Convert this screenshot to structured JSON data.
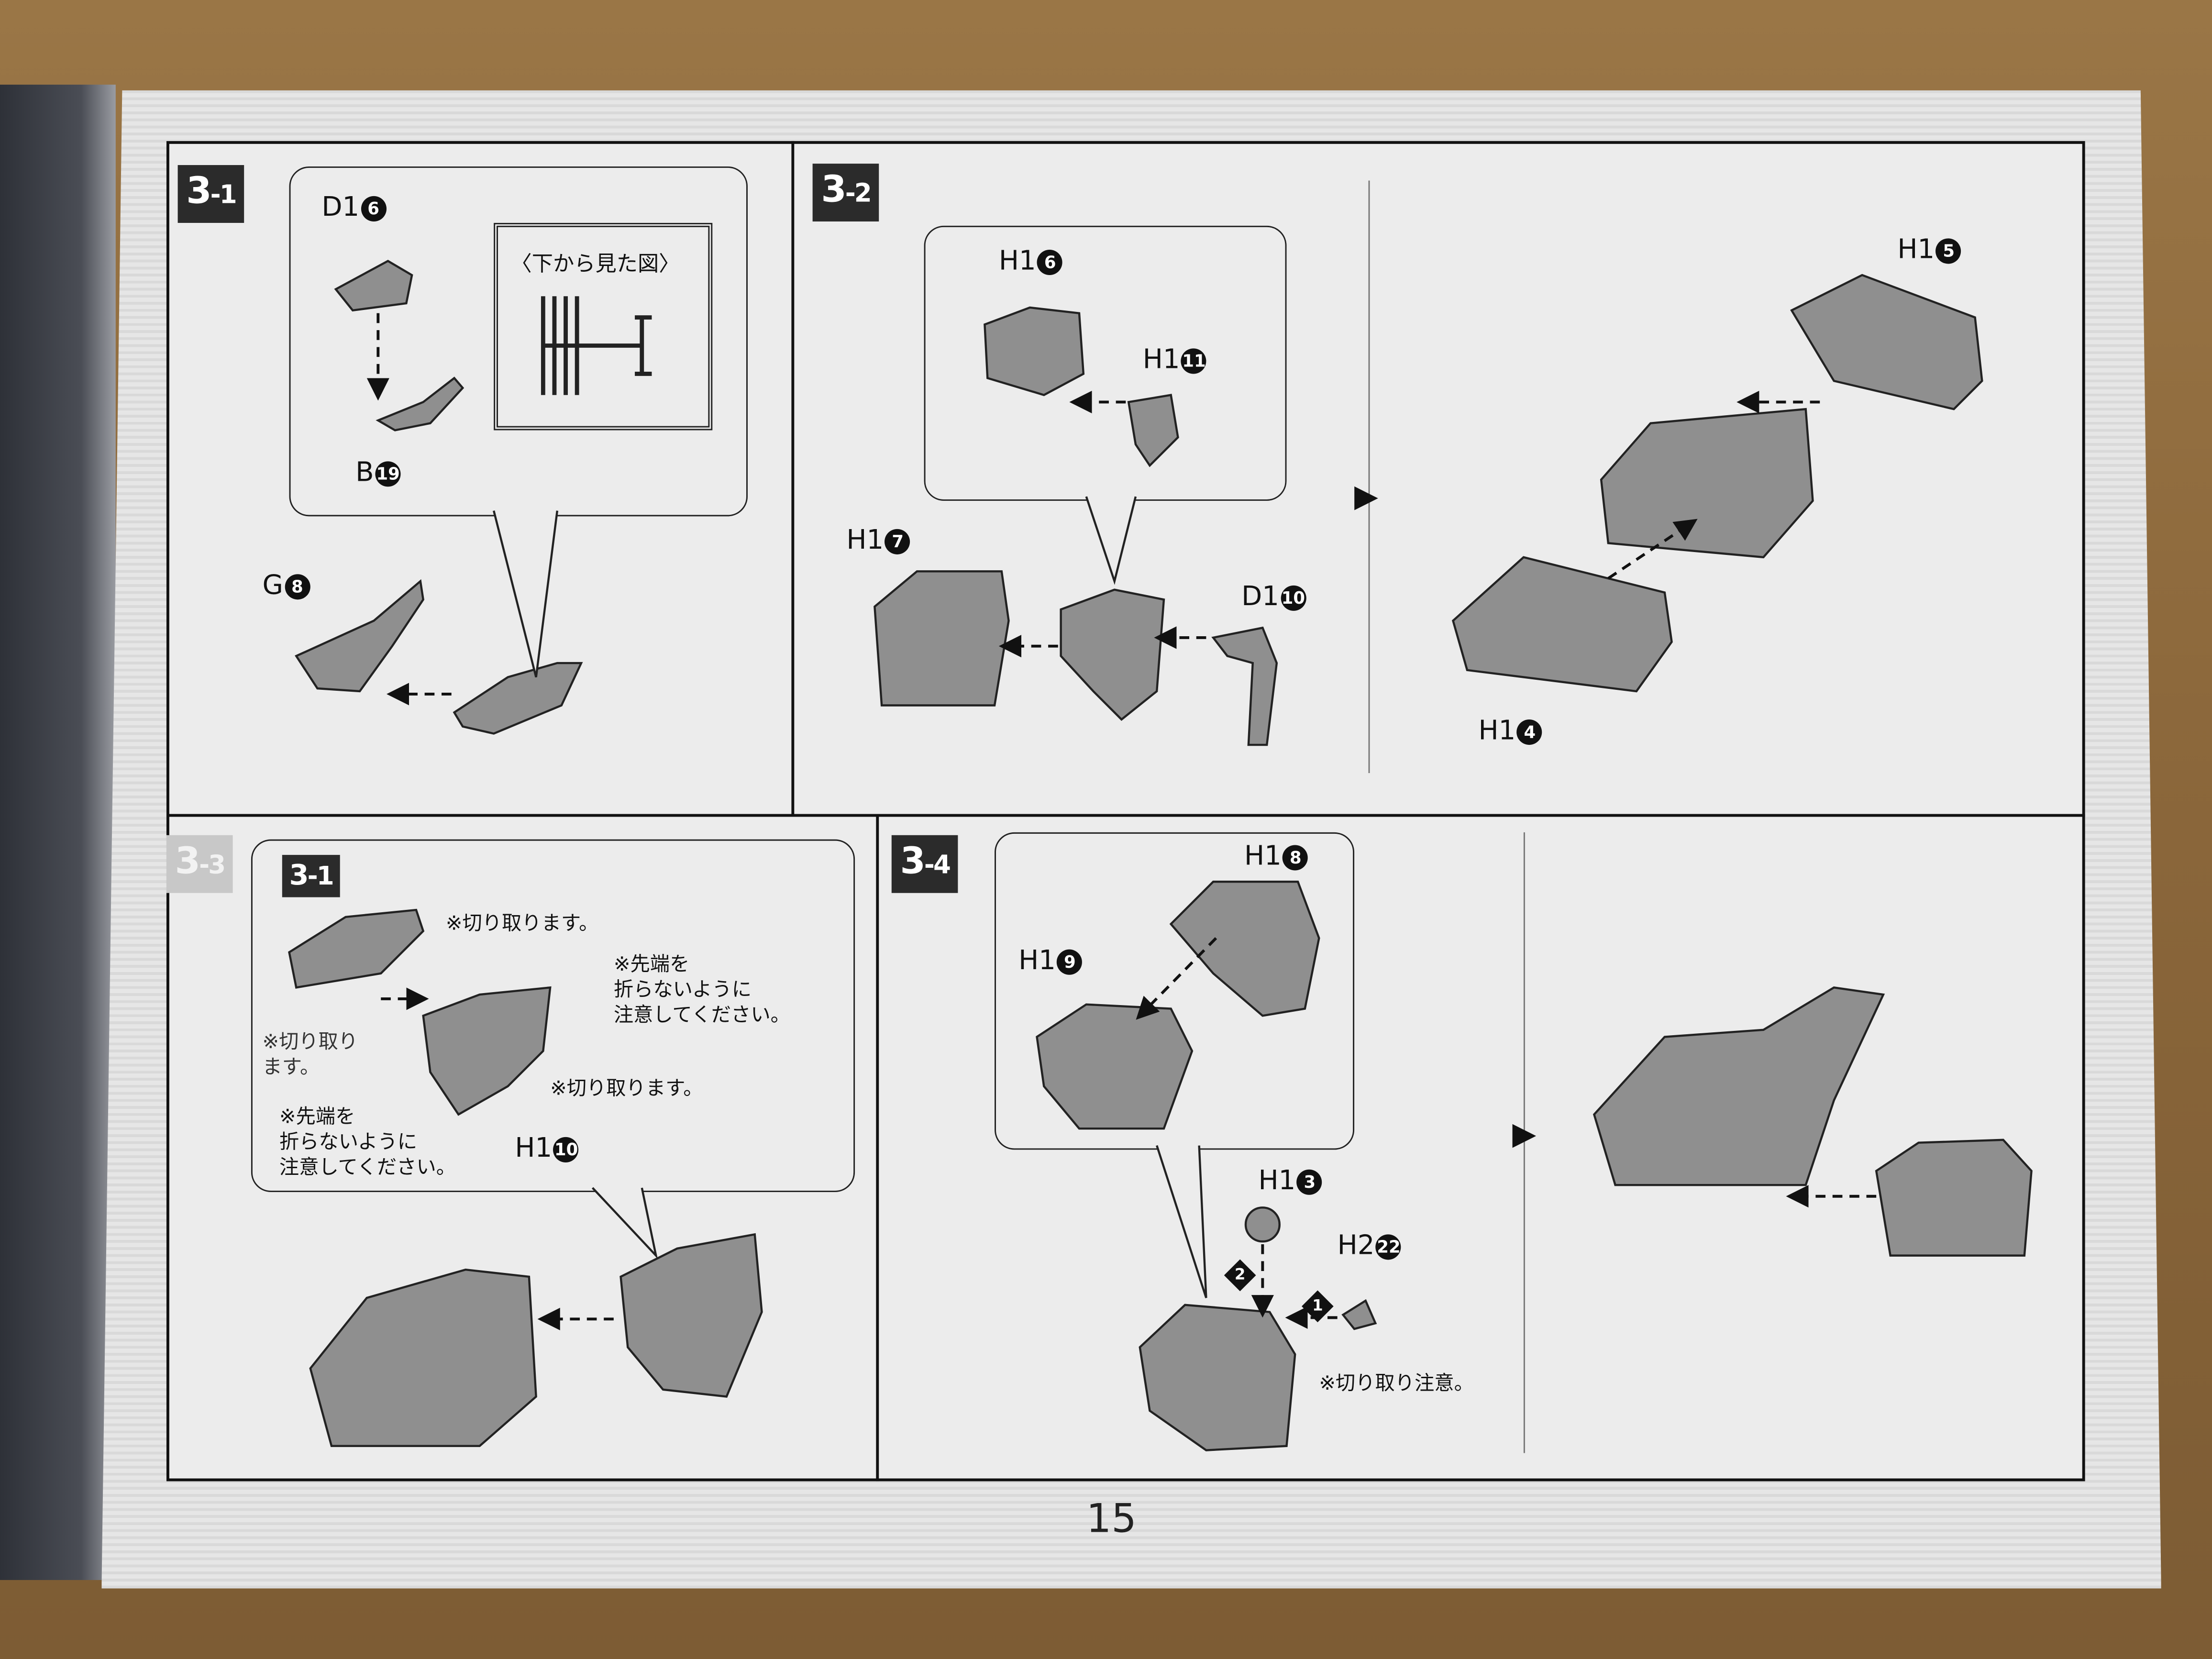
{
  "page_number": "15",
  "steps": {
    "s31": {
      "badge_main": "3",
      "badge_sub": "-1",
      "view_label": "〈下から見た図〉",
      "parts": [
        {
          "code": "D1",
          "num": "6"
        },
        {
          "code": "B",
          "num": "19"
        },
        {
          "code": "G",
          "num": "8"
        }
      ]
    },
    "s32": {
      "badge_main": "3",
      "badge_sub": "-2",
      "parts": [
        {
          "code": "H1",
          "num": "6"
        },
        {
          "code": "H1",
          "num": "11"
        },
        {
          "code": "H1",
          "num": "7"
        },
        {
          "code": "D1",
          "num": "10"
        },
        {
          "code": "H1",
          "num": "5"
        },
        {
          "code": "H1",
          "num": "4"
        }
      ]
    },
    "s33": {
      "badge_main": "3",
      "badge_sub": "-3",
      "ref_badge_main": "3",
      "ref_badge_sub": "-1",
      "part": {
        "code": "H1",
        "num": "10"
      },
      "notes": {
        "cut1": "※切り取ります。",
        "tip1": "※先端を\n折らないように\n注意してください。",
        "cut2": "※切り取り\nます。",
        "cut3": "※切り取ります。",
        "tip2": "※先端を\n折らないように\n注意してください。"
      }
    },
    "s34": {
      "badge_main": "3",
      "badge_sub": "-4",
      "parts": [
        {
          "code": "H1",
          "num": "8"
        },
        {
          "code": "H1",
          "num": "9"
        },
        {
          "code": "H1",
          "num": "3"
        },
        {
          "code": "H2",
          "num": "22"
        }
      ],
      "order": [
        "2",
        "1"
      ],
      "note": "※切り取り注意。"
    }
  },
  "colors": {
    "ink": "#111111",
    "paper": "#ececec",
    "part_fill": "#8f8f8f"
  }
}
